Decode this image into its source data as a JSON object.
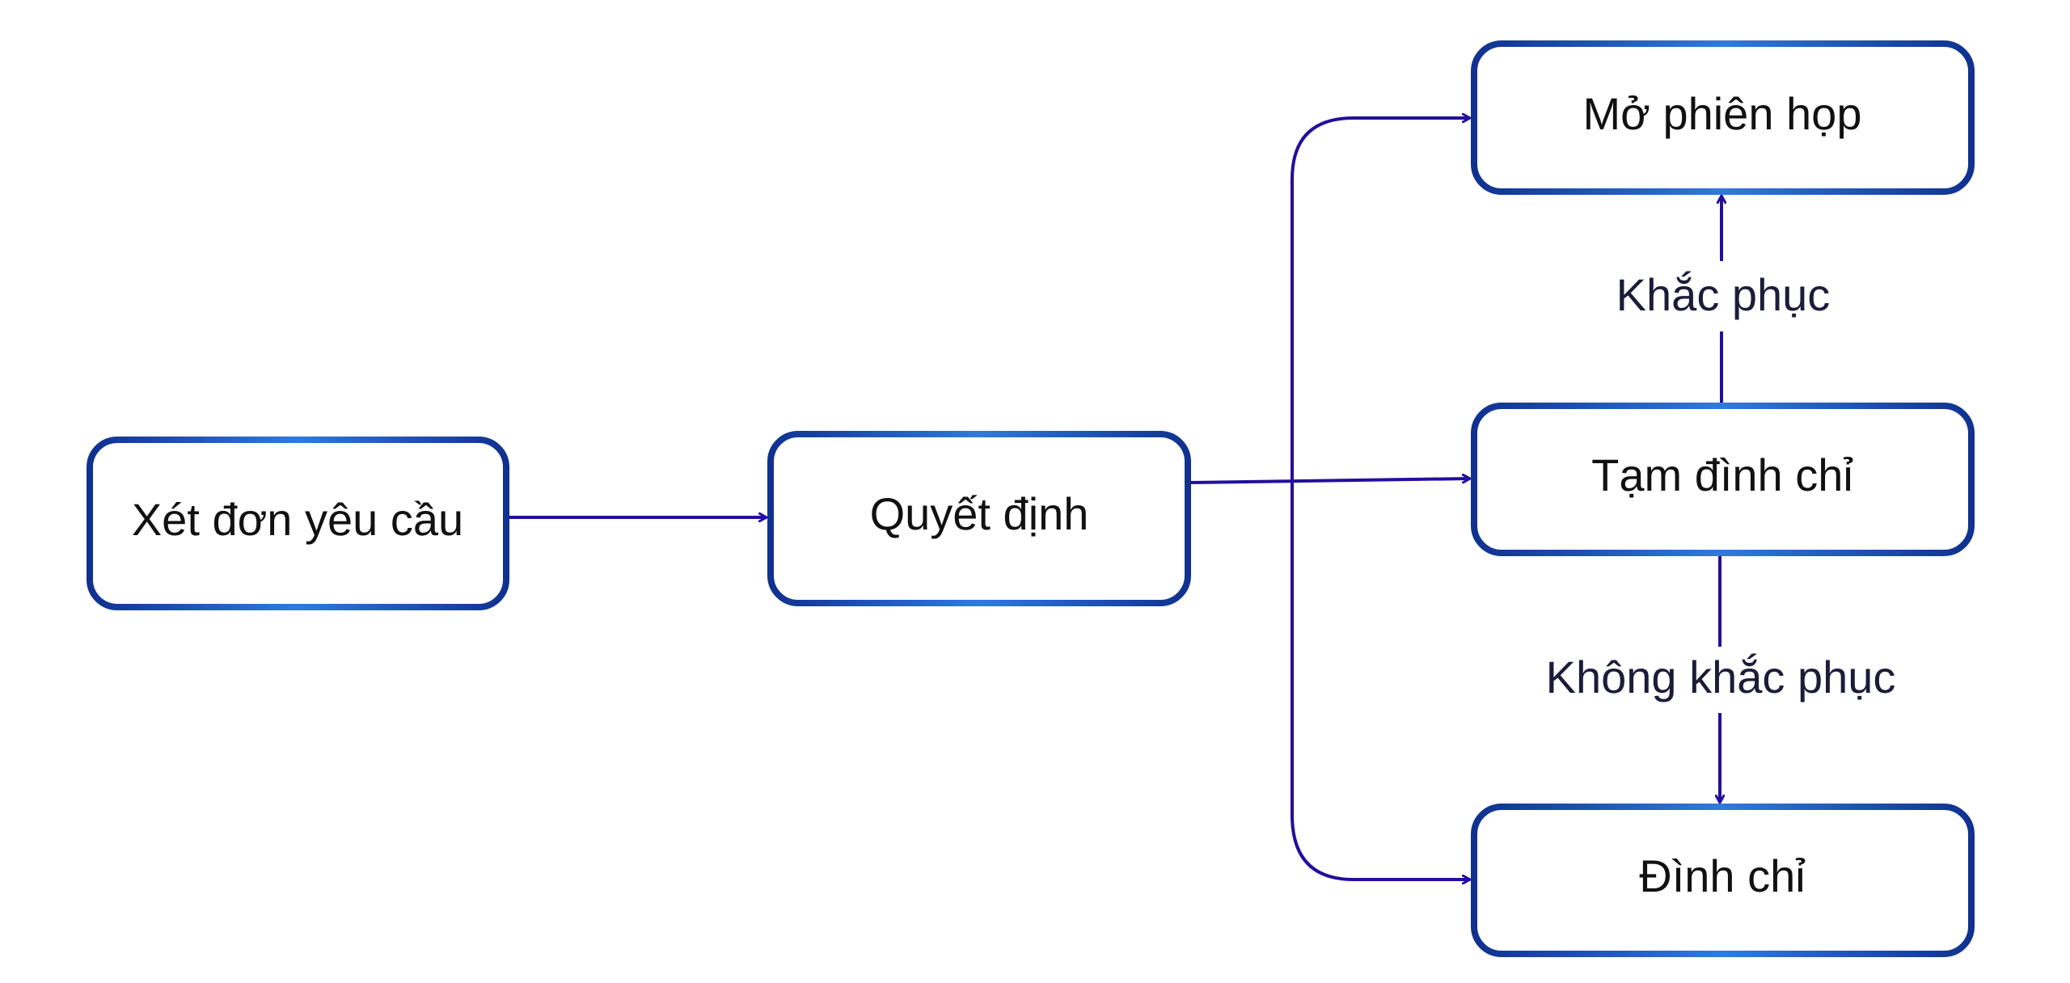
{
  "diagram": {
    "nodes": {
      "xet_don": {
        "label": "Xét đơn yêu cầu"
      },
      "quyet_dinh": {
        "label": "Quyết định"
      },
      "mo_phien_hop": {
        "label": "Mở phiên họp"
      },
      "tam_dinh_chi": {
        "label": "Tạm đình chỉ"
      },
      "dinh_chi": {
        "label": "Đình chỉ"
      }
    },
    "edges": {
      "khac_phuc": {
        "label": "Khắc phục"
      },
      "khong_khac_phuc": {
        "label": "Không khắc phục"
      }
    },
    "colors": {
      "node_border_dark": "#10318f",
      "node_border_light": "#2f7bdc",
      "arrow": "#230f9c",
      "node_fill": "#ffffff"
    }
  }
}
